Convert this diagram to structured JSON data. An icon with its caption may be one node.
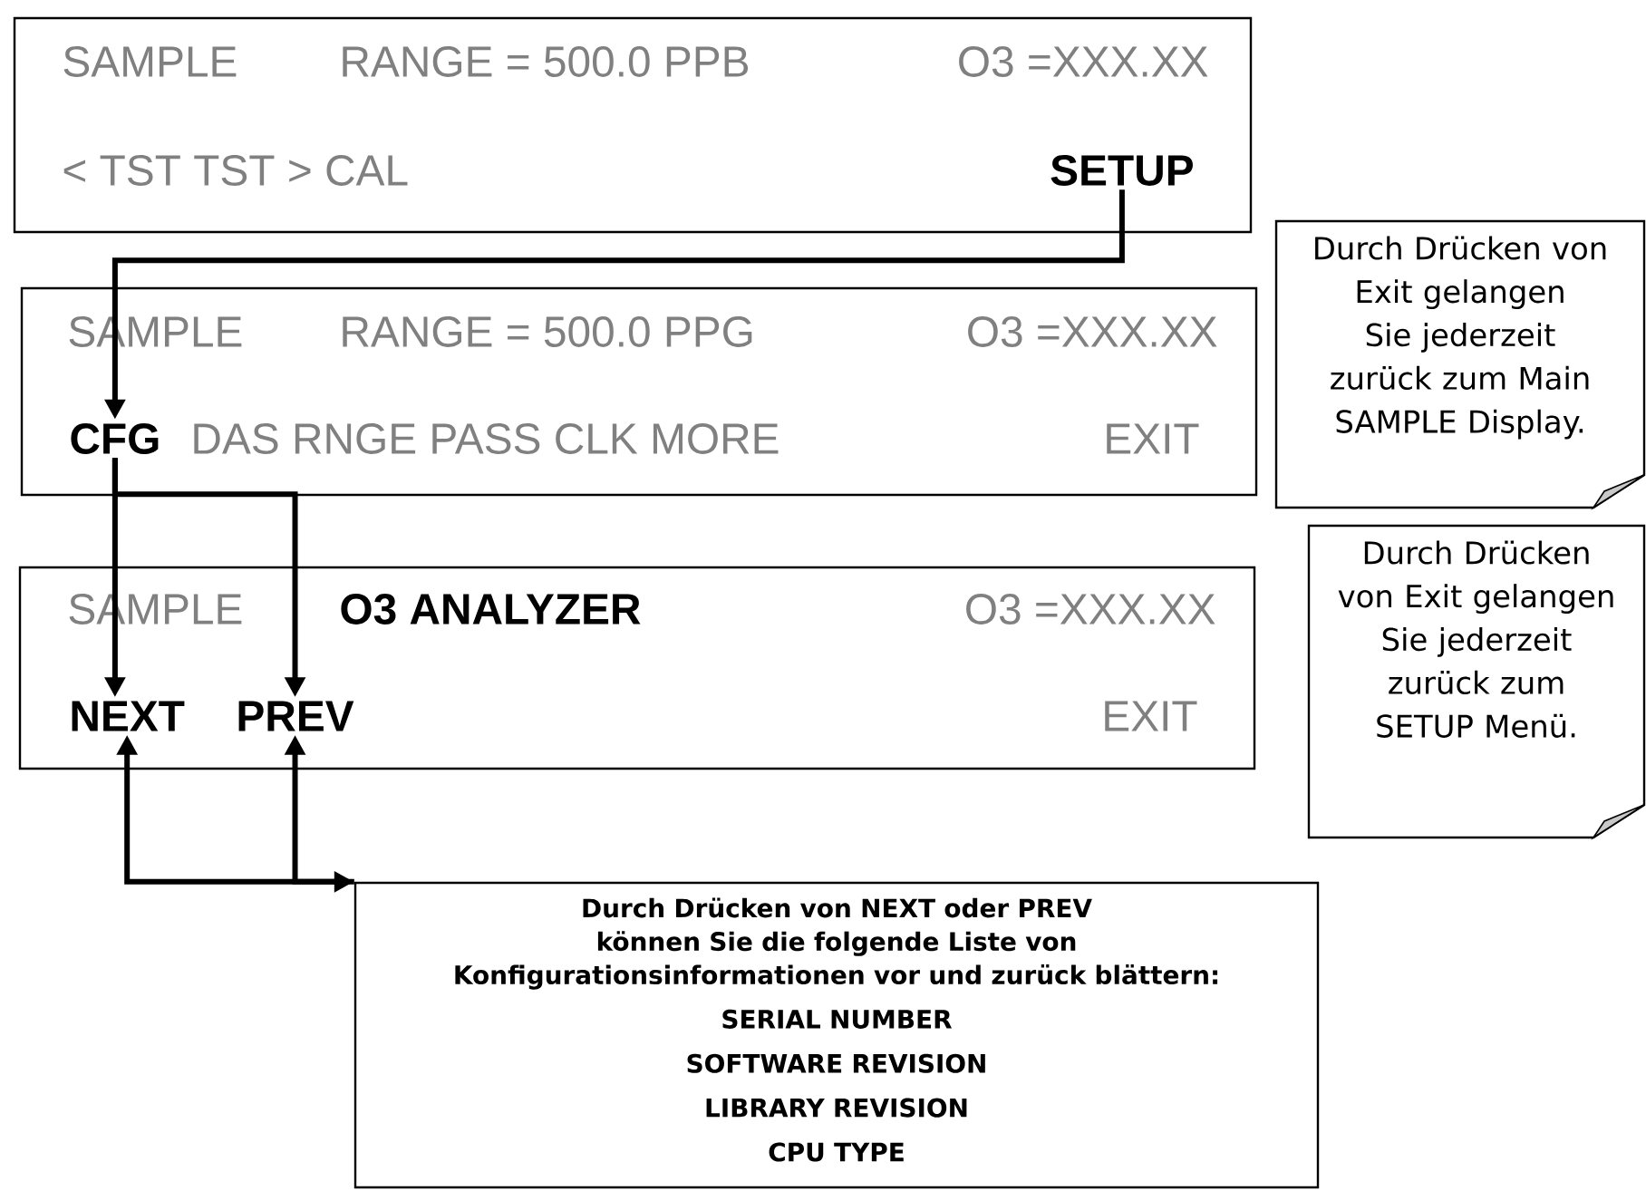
{
  "diagram": {
    "nodes": [
      {
        "text": [
          "SAMPLE",
          "RANGE = 500.0 PPB",
          "O3 =XXX.XX",
          "< TST  TST >  CAL"
        ]
      },
      {
        "text": [
          "SETUP"
        ],
        "in": 0
      },
      {
        "text": [
          "SAMPLE",
          "RANGE = 500.0 PPG",
          "O3 =XXX.XX",
          "DAS  RNGE  PASS  CLK  MORE",
          "EXIT"
        ]
      },
      {
        "text": [
          "CFG"
        ],
        "in": 2
      },
      {
        "text": [
          "Durch Drücken von Exit gelangen Sie jederzeit zurück zum Main SAMPLE Display."
        ]
      },
      {
        "text": [
          "SAMPLE",
          "O3 ANALYZER",
          "O3 =XXX.XX",
          "EXIT"
        ]
      },
      {
        "text": [
          "NEXT"
        ],
        "in": 5
      },
      {
        "text": [
          "PREV"
        ],
        "in": 5
      },
      {
        "text": [
          "Durch Drücken von Exit gelangen Sie jederzeit zurück zum SETUP Menü."
        ]
      },
      {
        "text": [
          "Durch Drücken von NEXT oder PREV können Sie die folgende Liste von Konfigurationsinformationen vor und zurück blättern:",
          "SERIAL NUMBER",
          "SOFTWARE REVISION",
          "LIBRARY REVISION",
          "CPU TYPE"
        ]
      }
    ],
    "edges": [
      {
        "from": 1,
        "to": 3,
        "arrow": "to"
      },
      {
        "from": 3,
        "to": 6,
        "arrow": "to"
      },
      {
        "from": 3,
        "to": 7,
        "arrow": "to"
      },
      {
        "from": 6,
        "to": 9,
        "arrow": "both"
      },
      {
        "from": 9,
        "to": 7,
        "arrow": "to"
      }
    ]
  }
}
